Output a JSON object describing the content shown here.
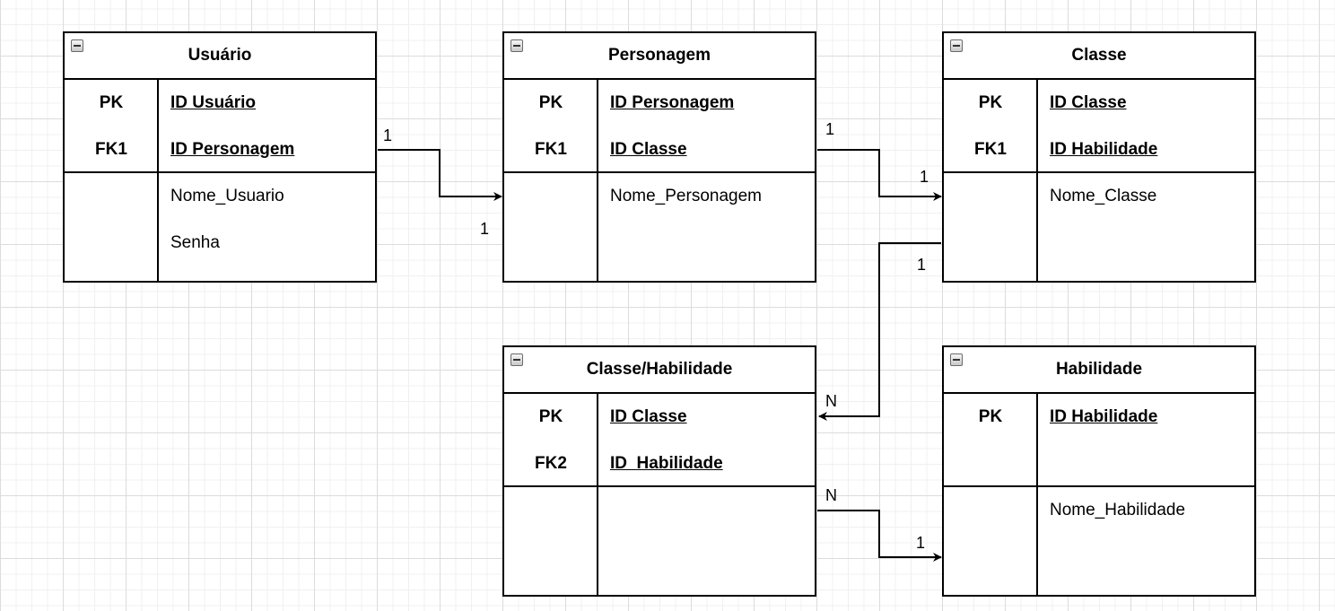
{
  "entities": {
    "usuario": {
      "title": "Usuário",
      "keys": [
        {
          "key": "PK",
          "attr": "ID Usuário"
        },
        {
          "key": "FK1",
          "attr": "ID Personagem"
        }
      ],
      "attrs": [
        "Nome_Usuario",
        "Senha"
      ]
    },
    "personagem": {
      "title": "Personagem",
      "keys": [
        {
          "key": "PK",
          "attr": "ID Personagem"
        },
        {
          "key": "FK1",
          "attr": "ID Classe"
        }
      ],
      "attrs": [
        "Nome_Personagem"
      ]
    },
    "classe": {
      "title": "Classe",
      "keys": [
        {
          "key": "PK",
          "attr": "ID Classe"
        },
        {
          "key": "FK1",
          "attr": "ID Habilidade"
        }
      ],
      "attrs": [
        "Nome_Classe"
      ]
    },
    "classe_habilidade": {
      "title": "Classe/Habilidade",
      "keys": [
        {
          "key": "PK",
          "attr": "ID Classe"
        },
        {
          "key": "FK2",
          "attr": "ID  Habilidade"
        }
      ],
      "attrs": []
    },
    "habilidade": {
      "title": "Habilidade",
      "keys": [
        {
          "key": "PK",
          "attr": "ID Habilidade"
        },
        {
          "key": "",
          "attr": ""
        }
      ],
      "attrs": [
        "Nome_Habilidade"
      ]
    }
  },
  "relationships": [
    {
      "from": "usuario",
      "to": "personagem",
      "from_card": "1",
      "to_card": "1"
    },
    {
      "from": "personagem",
      "to": "classe",
      "from_card": "1",
      "to_card": "1"
    },
    {
      "from": "classe",
      "to": "classe_habilidade",
      "from_card": "1",
      "to_card": "N"
    },
    {
      "from": "classe_habilidade",
      "to": "habilidade",
      "from_card": "N",
      "to_card": "1"
    }
  ]
}
